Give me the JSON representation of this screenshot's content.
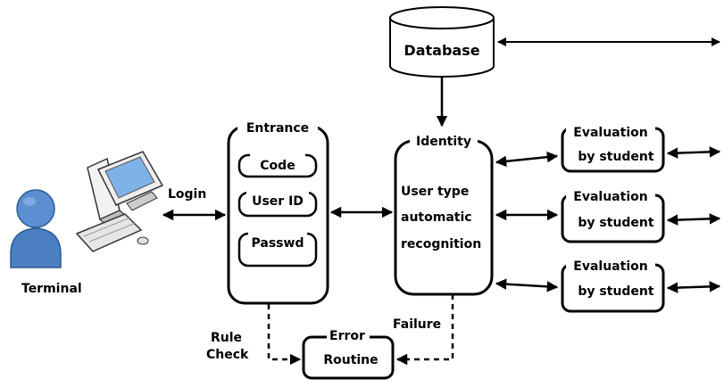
{
  "nodes": {
    "database": "Database",
    "entrance": "Entrance",
    "code": "Code",
    "user_id": "User ID",
    "passwd": "Passwd",
    "identity": "Identity",
    "identity_text": [
      "User type",
      "automatic",
      "recognition"
    ],
    "evaluations": [
      {
        "line1": "Evaluation",
        "line2": "by student"
      },
      {
        "line1": "Evaluation",
        "line2": "by student"
      },
      {
        "line1": "Evaluation",
        "line2": "by student"
      }
    ],
    "error": {
      "line1": "Error",
      "line2": "Routine"
    },
    "terminal": "Terminal"
  },
  "edges": {
    "login": "Login",
    "rule_check": [
      "Rule",
      "Check"
    ],
    "failure": "Failure"
  },
  "colors": {
    "stroke": "#000000",
    "person_fill": "#4a7fc1",
    "screen_fill": "#7fb2e6"
  },
  "icons": {
    "computer": "desktop-computer-icon",
    "person": "user-icon"
  }
}
